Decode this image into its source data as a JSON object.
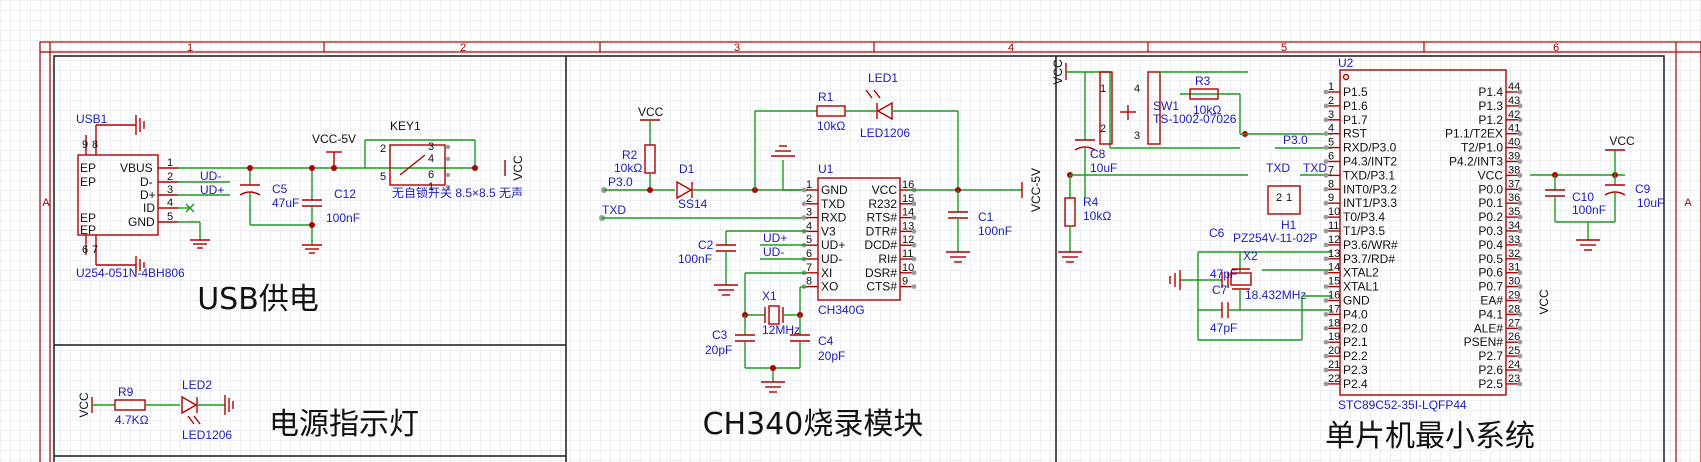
{
  "frame": {
    "zones_top": [
      "1",
      "2",
      "3",
      "4",
      "5",
      "6"
    ],
    "zone_left": "A"
  },
  "sections": {
    "usb_power": "USB供电",
    "power_led": "电源指示灯",
    "ch340": "CH340烧录模块",
    "mcu": "单片机最小系统"
  },
  "usb_section": {
    "usb1_ref": "USB1",
    "usb1_part": "U254-051N-4BH806",
    "usb_pins": [
      "VBUS",
      "D-",
      "D+",
      "ID",
      "GND"
    ],
    "usb_pin_nums": [
      "1",
      "2",
      "3",
      "4",
      "5"
    ],
    "usb_ep_labels": [
      "EP",
      "EP",
      "EP",
      "EP"
    ],
    "usb_ep_nums": [
      "9",
      "8",
      "6",
      "7"
    ],
    "net_ud_minus": "UD-",
    "net_ud_plus": "UD+",
    "c5_ref": "C5",
    "c5_val": "47uF",
    "c12_ref": "C12",
    "c12_val": "100nF",
    "vcc5v": "VCC-5V",
    "key1_ref": "KEY1",
    "key1_part": "无自锁开关 8.5×8.5 无声",
    "key1_pins": [
      "2",
      "3",
      "4",
      "5",
      "6",
      "1"
    ],
    "vcc": "VCC"
  },
  "led_section": {
    "vcc": "VCC",
    "r9_ref": "R9",
    "r9_val": "4.7KΩ",
    "led2_ref": "LED2",
    "led2_part": "LED1206"
  },
  "ch340_section": {
    "vcc": "VCC",
    "r2_ref": "R2",
    "r2_val": "10kΩ",
    "p30": "P3.0",
    "d1_ref": "D1",
    "d1_part": "SS14",
    "txd": "TXD",
    "r1_ref": "R1",
    "r1_val": "10kΩ",
    "led1_ref": "LED1",
    "led1_part": "LED1206",
    "u1_ref": "U1",
    "u1_part": "CH340G",
    "u1_left_pins": [
      "GND",
      "TXD",
      "RXD",
      "V3",
      "UD+",
      "UD-",
      "XI",
      "XO"
    ],
    "u1_left_nums": [
      "1",
      "2",
      "3",
      "4",
      "5",
      "6",
      "7",
      "8"
    ],
    "u1_right_pins": [
      "VCC",
      "R232",
      "RTS#",
      "DTR#",
      "DCD#",
      "RI#",
      "DSR#",
      "CTS#"
    ],
    "u1_right_nums": [
      "16",
      "15",
      "14",
      "13",
      "12",
      "11",
      "10",
      "9"
    ],
    "net_ud_plus": "UD+",
    "net_ud_minus": "UD-",
    "c2_ref": "C2",
    "c2_val": "100nF",
    "x1_ref": "X1",
    "x1_val": "12MHz",
    "c3_ref": "C3",
    "c3_val": "20pF",
    "c4_ref": "C4",
    "c4_val": "20pF",
    "c1_ref": "C1",
    "c1_val": "100nF",
    "vcc5v": "VCC-5V"
  },
  "mcu_section": {
    "vcc": "VCC",
    "c8_ref": "C8",
    "c8_val": "10uF",
    "r4_ref": "R4",
    "r4_val": "10kΩ",
    "sw1_ref": "SW1",
    "sw1_part": "TS-1002-07026",
    "sw1_pins": [
      "1",
      "2",
      "4",
      "3"
    ],
    "r3_ref": "R3",
    "r3_val": "10kΩ",
    "p30": "P3.0",
    "h1_labels": [
      "TXD",
      "TXD"
    ],
    "h1_ref": "H1",
    "h1_part": "PZ254V-11-02P",
    "h1_pins": [
      "2",
      "1"
    ],
    "c6_ref": "C6",
    "c6_val": "47pF",
    "c7_ref": "C7",
    "c7_val": "47pF",
    "x2_ref": "X2",
    "x2_val": "18.432MHz",
    "u2_ref": "U2",
    "u2_part": "STC89C52-35I-LQFP44",
    "u2_left_pins": [
      "P1.5",
      "P1.6",
      "P1.7",
      "RST",
      "RXD/P3.0",
      "P4.3/INT2",
      "TXD/P3.1",
      "INT0/P3.2",
      "INT1/P3.3",
      "T0/P3.4",
      "T1/P3.5",
      "P3.6/WR#",
      "P3.7/RD#",
      "XTAL2",
      "XTAL1",
      "GND",
      "P4.0",
      "P2.0",
      "P2.1",
      "P2.2",
      "P2.3",
      "P2.4"
    ],
    "u2_left_nums": [
      "1",
      "2",
      "3",
      "4",
      "5",
      "6",
      "7",
      "8",
      "9",
      "10",
      "11",
      "12",
      "13",
      "14",
      "15",
      "16",
      "17",
      "18",
      "19",
      "20",
      "21",
      "22"
    ],
    "u2_right_pins": [
      "P1.4",
      "P1.3",
      "P1.2",
      "P1.1/T2EX",
      "T2/P1.0",
      "P4.2/INT3",
      "VCC",
      "P0.0",
      "P0.1",
      "P0.2",
      "P0.3",
      "P0.4",
      "P0.5",
      "P0.6",
      "P0.7",
      "EA#",
      "P4.1",
      "ALE#",
      "PSEN#",
      "P2.7",
      "P2.6",
      "P2.5"
    ],
    "u2_right_nums": [
      "44",
      "43",
      "42",
      "41",
      "40",
      "39",
      "38",
      "37",
      "36",
      "35",
      "34",
      "33",
      "32",
      "31",
      "30",
      "29",
      "28",
      "27",
      "26",
      "25",
      "24",
      "23"
    ],
    "c10_ref": "C10",
    "c10_val": "100nF",
    "c9_ref": "C9",
    "c9_val": "10uF",
    "vcc_right": "VCC"
  }
}
